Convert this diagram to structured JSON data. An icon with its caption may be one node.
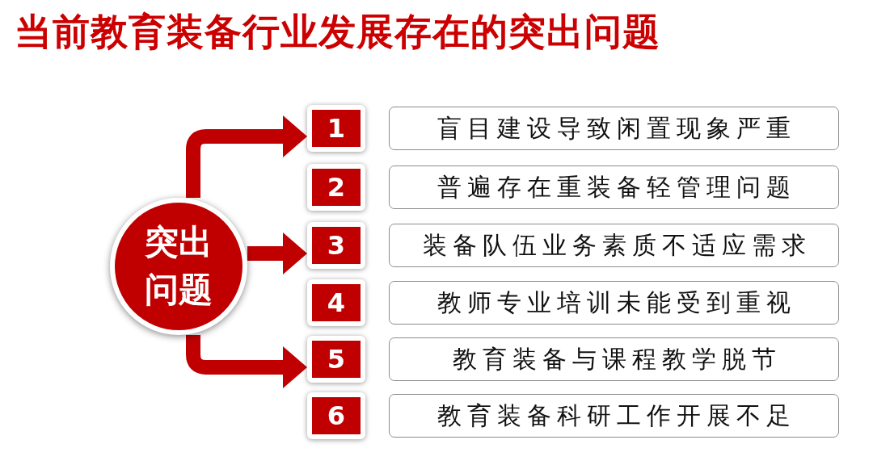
{
  "diagram": {
    "title": "当前教育装备行业发展存在的突出问题",
    "nodes": [
      {
        "text": [
          "突出问题"
        ]
      },
      {
        "text": [
          "1"
        ]
      },
      {
        "text": [
          "盲目建设导致闲置现象严重"
        ]
      },
      {
        "text": [
          "2"
        ]
      },
      {
        "text": [
          "普遍存在重装备轻管理问题"
        ]
      },
      {
        "text": [
          "3"
        ]
      },
      {
        "text": [
          "装备队伍业务素质不适应需求"
        ]
      },
      {
        "text": [
          "4"
        ]
      },
      {
        "text": [
          "教师专业培训未能受到重视"
        ]
      },
      {
        "text": [
          "5"
        ]
      },
      {
        "text": [
          "教育装备与课程教学脱节"
        ]
      },
      {
        "text": [
          "6"
        ]
      },
      {
        "text": [
          "教育装备科研工作开展不足"
        ]
      }
    ],
    "edges": [
      {
        "from": 0,
        "to": 1,
        "arrow": "to"
      },
      {
        "from": 0,
        "to": 5,
        "arrow": "to"
      },
      {
        "from": 0,
        "to": 9,
        "arrow": "to"
      }
    ]
  }
}
